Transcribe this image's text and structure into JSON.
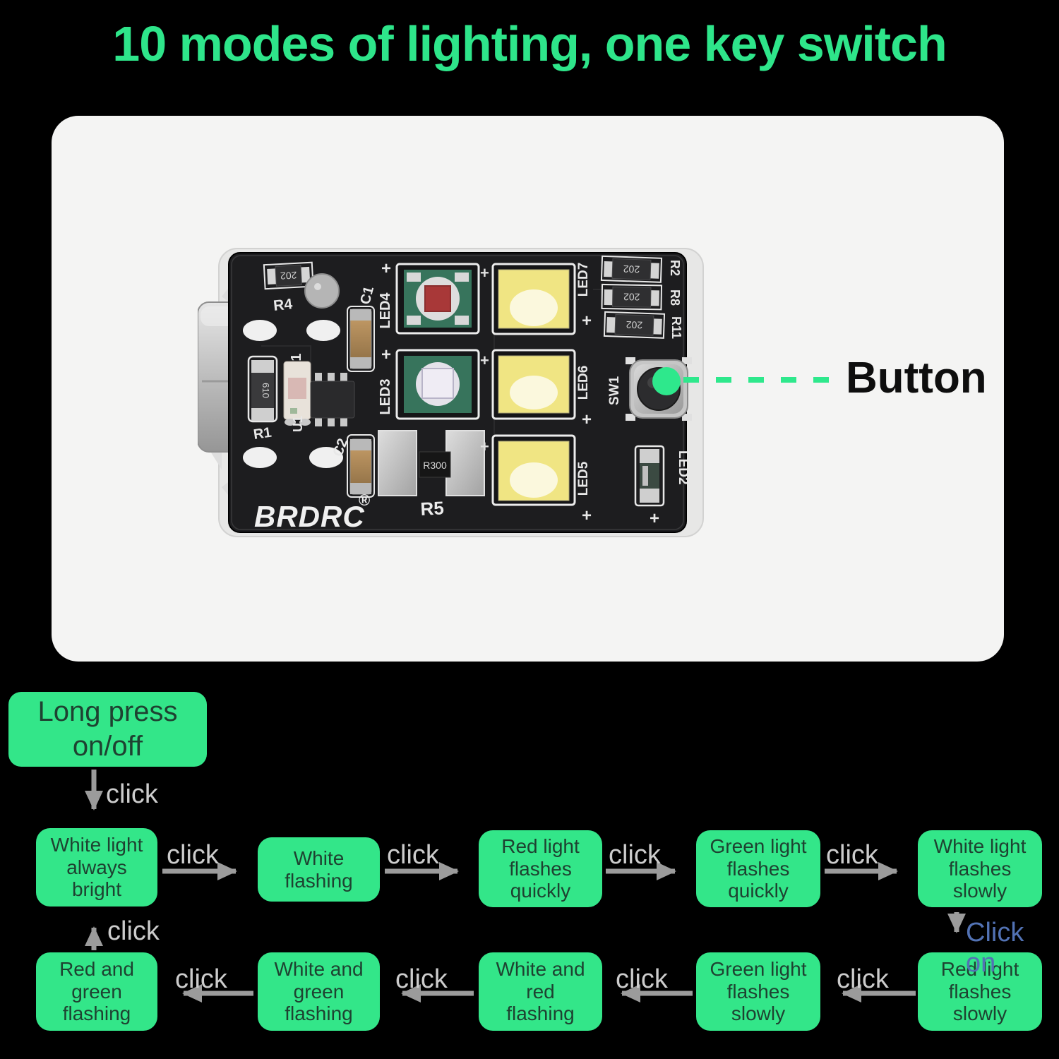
{
  "title": "10 modes of lighting, one key switch",
  "callout": {
    "label": "Button"
  },
  "colors": {
    "background": "#000000",
    "title_green": "#2ee58a",
    "panel_background": "#f4f4f3",
    "flow_box_green": "#33e689",
    "flow_box_text": "#1e4231",
    "click_label_gray": "#cccccc",
    "click_on_blue": "#5272b4",
    "arrow_gray": "#9b9b9b",
    "button_dot_green": "#2ee88c"
  },
  "pcb": {
    "brand": "BRDRC",
    "registered_mark": "®",
    "silkscreen": {
      "r4": "R4",
      "c1": "C1",
      "r1": "R1",
      "u1": "U1",
      "c2": "C2",
      "led1": "LED1",
      "led2": "LED2",
      "led3": "LED3",
      "led4": "LED4",
      "led5": "LED5",
      "led6": "LED6",
      "led7": "LED7",
      "r2": "R2",
      "r8": "R8",
      "r11": "R11",
      "sw1": "SW1",
      "r5": "R5",
      "r300": "R300",
      "res202": "202",
      "res610": "610",
      "plus": "+"
    }
  },
  "flowchart": {
    "click_label": "click",
    "click_on_label": "Click on",
    "boxes": [
      {
        "id": "long-press",
        "label": "Long press\non/off"
      },
      {
        "id": "white-always-bright",
        "label": "White light\nalways\nbright"
      },
      {
        "id": "white-flashing",
        "label": "White\nflashing"
      },
      {
        "id": "red-flashes-quickly",
        "label": "Red light\nflashes\nquickly"
      },
      {
        "id": "green-flashes-quickly",
        "label": "Green light\nflashes\nquickly"
      },
      {
        "id": "white-flashes-slowly",
        "label": "White light\nflashes\nslowly"
      },
      {
        "id": "red-flashes-slowly",
        "label": "Red light\nflashes\nslowly"
      },
      {
        "id": "green-flashes-slowly",
        "label": "Green light\nflashes\nslowly"
      },
      {
        "id": "white-red-flashing",
        "label": "White and\nred\nflashing"
      },
      {
        "id": "white-green-flashing",
        "label": "White and\ngreen\nflashing"
      },
      {
        "id": "red-green-flashing",
        "label": "Red and\ngreen\nflashing"
      }
    ]
  }
}
